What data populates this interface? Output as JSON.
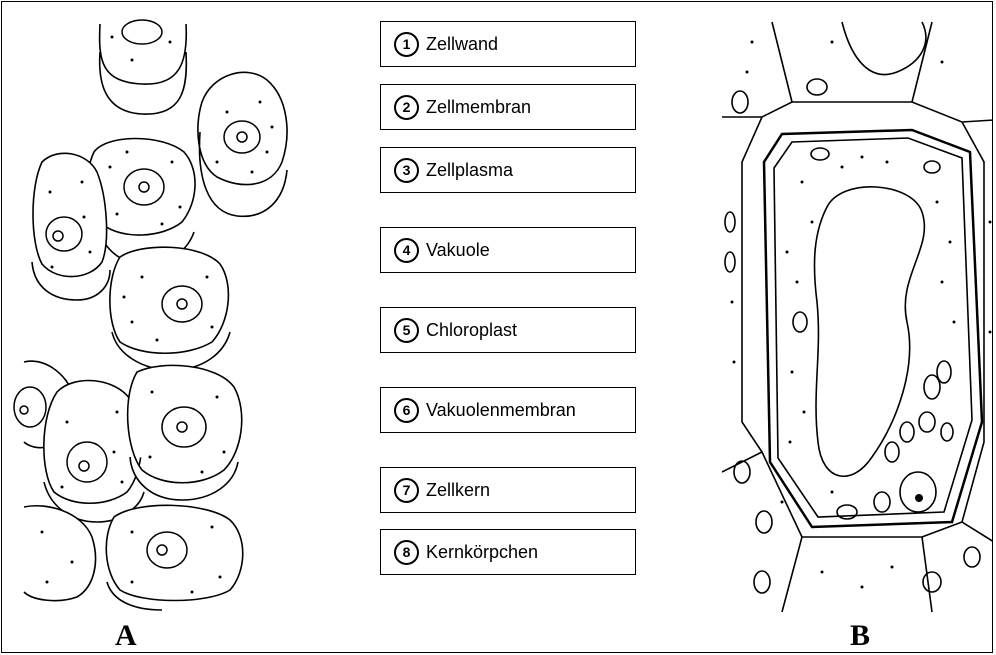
{
  "labels": [
    {
      "num": "1",
      "text": "Zellwand"
    },
    {
      "num": "2",
      "text": "Zellmembran"
    },
    {
      "num": "3",
      "text": "Zellplasma"
    },
    {
      "num": "4",
      "text": "Vakuole"
    },
    {
      "num": "5",
      "text": "Chloroplast"
    },
    {
      "num": "6",
      "text": "Vakuolenmembran"
    },
    {
      "num": "7",
      "text": "Zellkern"
    },
    {
      "num": "8",
      "text": "Kernkörpchen"
    }
  ],
  "panels": {
    "a": "A",
    "b": "B"
  },
  "colors": {
    "line": "#000000",
    "background": "#ffffff"
  }
}
